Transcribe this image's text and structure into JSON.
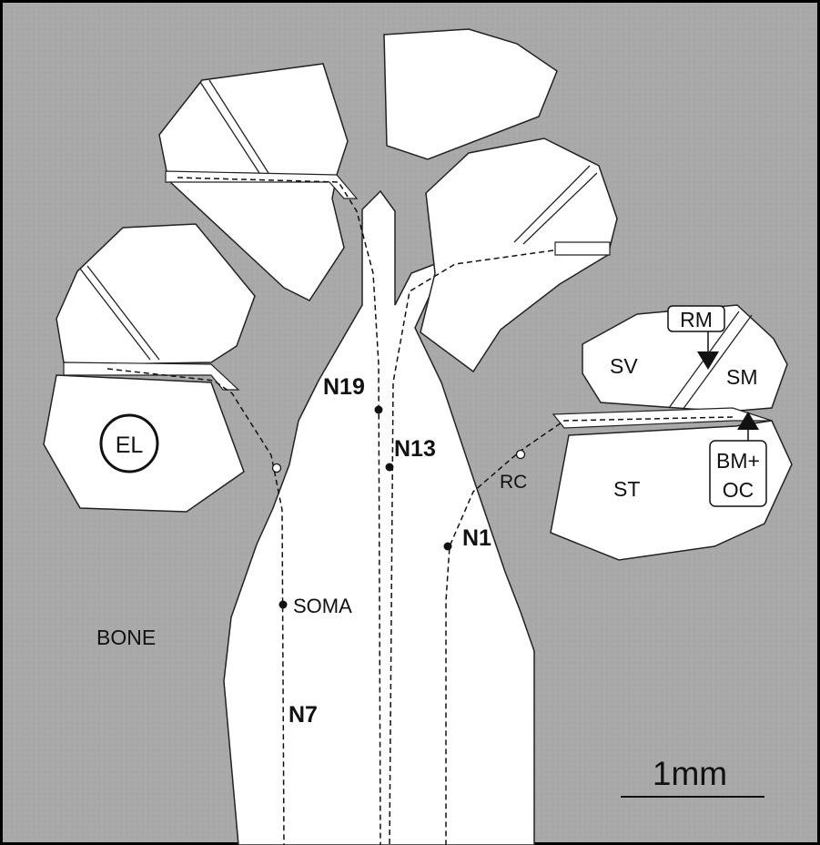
{
  "labels": {
    "bone": "BONE",
    "el": "EL",
    "sv": "SV",
    "sm": "SM",
    "st": "ST",
    "rm": "RM",
    "bm_oc_line1": "BM+",
    "bm_oc_line2": "OC",
    "rc": "RC",
    "n1": "N1",
    "n7": "N7",
    "n13": "N13",
    "n19": "N19",
    "soma": "SOMA"
  },
  "scale_bar": {
    "label": "1mm"
  },
  "colors": {
    "bone": "#a9a9a9",
    "tissue": "#ffffff",
    "outline": "#2a2a2a",
    "text": "#111111"
  }
}
